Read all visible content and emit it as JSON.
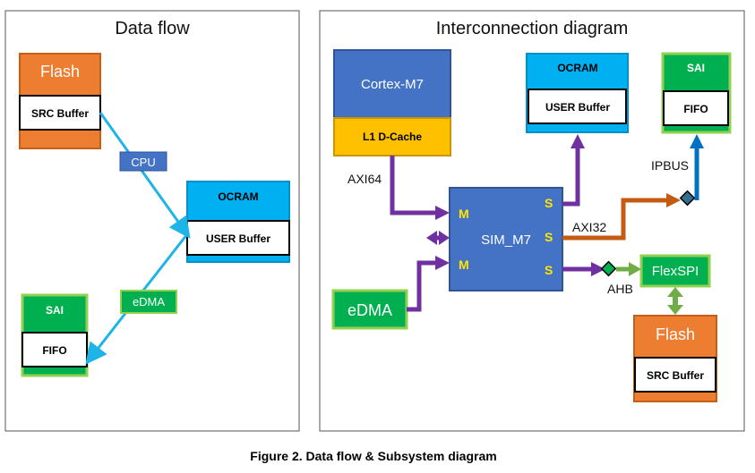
{
  "colors": {
    "orange": "#ed7d31",
    "orange_border": "#c0601a",
    "blue": "#4472c4",
    "blue_border": "#2f5597",
    "cyan": "#00b0f0",
    "green": "#00b050",
    "green_light": "#92d050",
    "gold": "#ffc000",
    "purple": "#7030a0",
    "arrow_orange": "#c55a11",
    "arrow_blue": "#0070c0",
    "arrow_cyan": "#1eb4e8",
    "arrow_green": "#70ad47"
  },
  "caption": "Figure 2.  Data flow & Subsystem diagram",
  "data_flow": {
    "title": "Data flow",
    "flash": {
      "title": "Flash",
      "buffer": "SRC Buffer"
    },
    "ocram": {
      "title": "OCRAM",
      "buffer": "USER Buffer"
    },
    "sai": {
      "title": "SAI",
      "buffer": "FIFO"
    },
    "cpu_label": "CPU",
    "edma_label": "eDMA"
  },
  "interconnect": {
    "title": "Interconnection diagram",
    "cortex": "Cortex-M7",
    "cache": "L1 D-Cache",
    "ocram": {
      "title": "OCRAM",
      "buffer": "USER Buffer"
    },
    "sai": {
      "title": "SAI",
      "buffer": "FIFO"
    },
    "sim": "SIM_M7",
    "edma": "eDMA",
    "flexspi": "FlexSPI",
    "flash": {
      "title": "Flash",
      "buffer": "SRC Buffer"
    },
    "port_m": "M",
    "port_s": "S",
    "bus_axi64": "AXI64",
    "bus_axi32": "AXI32",
    "bus_ipbus": "IPBUS",
    "bus_ahb": "AHB"
  }
}
